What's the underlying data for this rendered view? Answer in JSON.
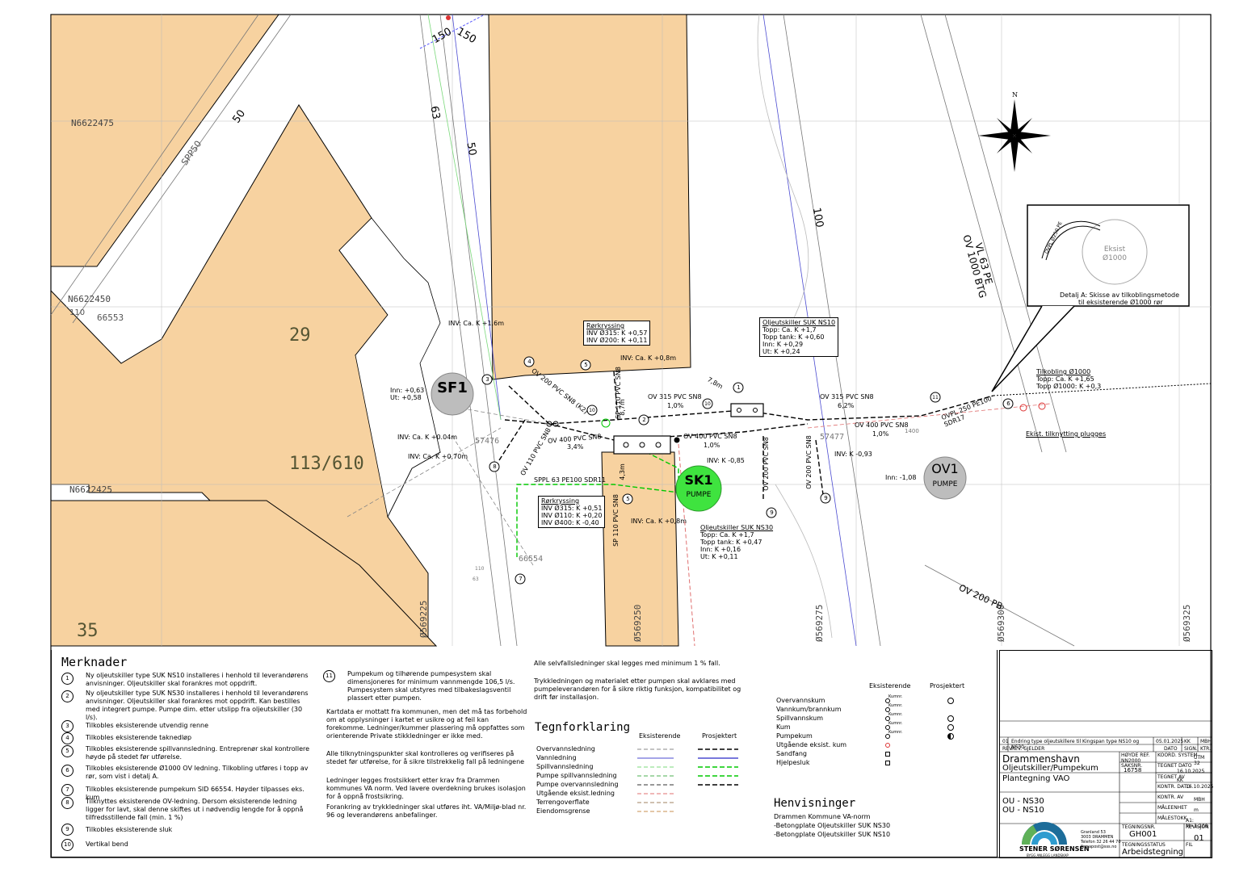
{
  "map": {
    "parcels": [
      "29",
      "113/610",
      "35"
    ],
    "coords": {
      "n1": "N6622475",
      "n2": "N6622450",
      "n3": "N6622425",
      "e1": "Ø569225",
      "e2": "Ø569250",
      "e3": "Ø569275",
      "e4": "Ø569300",
      "e5": "Ø569325"
    },
    "contours": [
      "150",
      "150",
      "63",
      "50",
      "50",
      "100"
    ],
    "street_labels": [
      "SPP50",
      "VL 63 PE",
      "OV 1000 BTG",
      "OV 200 PB"
    ],
    "ids": [
      "66553",
      "110",
      "57476",
      "57477",
      "66554",
      "1400"
    ],
    "units": [
      {
        "id": "SF1",
        "label": "SF1",
        "color": "#bdbdbd"
      },
      {
        "id": "SK1",
        "label": "SK1",
        "sub": "PUMPE",
        "color": "#3fe33f"
      },
      {
        "id": "OV1",
        "label": "OV1",
        "sub": "PUMPE",
        "color": "#bdbdbd"
      }
    ],
    "pipe_labels": [
      "OV 200 PVC SN8 (K2)",
      "OV 315 PVC SN8",
      "1,0%",
      "OV 400 PVC SN8",
      "3,4%",
      "OV 400 PVC SN8",
      "1,0%",
      "OV 315 PVC SN8",
      "6,2%",
      "OV 400 PVC SN8",
      "1,0%",
      "OVPL 250 PE100 SDR17",
      "OV 110 PVC SN8",
      "SPPL 63 PE100 SDR11",
      "SP 110 PVC SN8",
      "SP 110 PVC SN8",
      "OV 200 PVC SN8",
      "OV 200 PVC SN8",
      "7,8m",
      "8,7m",
      "4,3m",
      "110",
      "63"
    ],
    "inv_labels": [
      "INV: Ca. K +1.6m",
      "INV: Ca. K +0.04m",
      "INV: Ca. K +0,70m",
      "INV: Ca. K +0,8m",
      "INV: Ca. K +0,8m",
      "INV: K -0,85",
      "INV: K -0,93",
      "Inn: -1,08",
      "Inn: +0,63",
      "Ut: +0,58"
    ],
    "callouts": {
      "rorkryssing1": [
        "Rørkryssing",
        "INV Ø315: K +0,57",
        "INV Ø200: K +0,11"
      ],
      "rorkryssing2": [
        "Rørkryssing",
        "INV Ø315: K +0,51",
        "INV Ø110: K +0,20",
        "INV Ø400: K -0,40"
      ],
      "suk10": [
        "Oljeutskiller SUK NS10",
        "Topp: Ca. K +1,7",
        "Topp tank: K +0,60",
        "Inn: K +0,29",
        "Ut: K +0,24"
      ],
      "suk30": [
        "Oljeutskiller SUK NS30",
        "Topp: Ca. K +1,7",
        "Topp tank: K +0,47",
        "Inn: K +0,16",
        "Ut: K +0,11"
      ],
      "tilkobling": [
        "Tilkobling Ø1000",
        "Topp: Ca. K +1,65",
        "Topp Ø1000: K +0,3"
      ],
      "plugges": "Ekist. tilknytting plugges"
    },
    "markers": [
      "1",
      "2",
      "3",
      "4",
      "5",
      "5",
      "6",
      "7",
      "8",
      "9",
      "9",
      "10",
      "10",
      "11"
    ],
    "detail": {
      "pipe": "OVPL Ø250 PE",
      "exist": "Eksist",
      "dia": "Ø1000",
      "caption1": "Detalj A: Skisse av tilkoblingsmetode",
      "caption2": "til eksisterende Ø1000 rør"
    }
  },
  "notes": {
    "title": "Merknader",
    "items": [
      {
        "n": "1",
        "text": "Ny oljeutskiller type SUK NS10 installeres i henhold til leverandørens anvisninger. Oljeutskiller skal forankres mot oppdrift."
      },
      {
        "n": "2",
        "text": "Ny oljeutskiller type SUK NS30 installeres i henhold til leverandørens anvisninger. Oljeutskiller skal forankres mot oppdrift. Kan bestilles med integrert pumpe. Pumpe dim. etter utslipp fra oljeutskiller (30 l/s)."
      },
      {
        "n": "3",
        "text": "Tilkobles eksisterende utvendig renne"
      },
      {
        "n": "4",
        "text": "Tilkobles eksisterende taknedløp"
      },
      {
        "n": "5",
        "text": "Tilkobles eksisterende spillvannsledning. Entreprenør skal kontrollere høyde på stedet før utførelse."
      },
      {
        "n": "6",
        "text": "Tilkobles eksisterende Ø1000 OV ledning. Tilkobling utføres i topp av rør, som vist i detalj A."
      },
      {
        "n": "7",
        "text": "Tilkobles eksisterende pumpekum SID 66554. Høyder tilpasses eks. kum"
      },
      {
        "n": "8",
        "text": "Tilknyttes eksisterende OV-ledning. Dersom eksisterende ledning ligger for lavt, skal denne skiftes ut i nødvendig lengde for å oppnå tilfredsstillende fall (min. 1 %)"
      },
      {
        "n": "9",
        "text": "Tilkobles eksisterende sluk"
      },
      {
        "n": "10",
        "text": "Vertikal bend"
      },
      {
        "n": "11",
        "text": "Pumpekum og tilhørende pumpesystem skal dimensjoneres for minimum vannmengde 106,5 l/s. Pumpesystem skal utstyres med tilbakeslagsventil plassert etter pumpen."
      }
    ],
    "para1": "Kartdata er mottatt fra kommunen, men det må tas forbehold om at opplysninger i kartet er usikre og at feil kan forekomme. Ledninger/kummer plassering må oppfattes som orienterende Private stikkledninger er ikke med.",
    "para2": "Alle tilknytningspunkter skal kontrolleres og verifiseres på stedet før utførelse, for å sikre tilstrekkelig fall på ledningene",
    "para3": "Ledninger legges frostsikkert etter krav fra Drammen kommunes VA norm. Ved lavere overdekning brukes isolasjon for å oppnå frostsikring.",
    "para4": "Forankring av trykkledninger skal utføres iht. VA/Miljø-blad nr. 96 og leverandørens anbefalinger.",
    "para5": "Alle selvfallsledninger skal legges med minimum 1 % fall.",
    "para6": "Trykkledningen og materialet etter pumpen skal avklares med pumpeleverandøren for å sikre riktig funksjon, kompatibilitet og drift før installasjon."
  },
  "legend": {
    "title": "Tegnforklaring",
    "col_exist": "Eksisterende",
    "col_proj": "Prosjektert",
    "lines": [
      {
        "label": "Overvannsledning",
        "exist": "#888888",
        "proj": "#000000"
      },
      {
        "label": "Vannledning",
        "exist": "#4b4bd1",
        "proj": "#4b4bd1"
      },
      {
        "label": "Spillvannsledning",
        "exist": "#7bd97b",
        "proj": "#00c800"
      },
      {
        "label": "Pumpe spillvannsledning",
        "exist": "#4caf50",
        "proj": "#00c800"
      },
      {
        "label": "Pumpe overvannsledning",
        "exist": "#333333",
        "proj": "#000000"
      },
      {
        "label": "Utgående eksist.ledning",
        "exist": "#e07070",
        "proj": ""
      },
      {
        "label": "Terrengoverflate",
        "exist": "#a08060",
        "proj": ""
      },
      {
        "label": "Eiendomsgrense",
        "exist": "#c89050",
        "proj": ""
      }
    ],
    "symbols_exist": "Eksisterende",
    "symbols_proj": "Prosjektert",
    "symbols": [
      {
        "label": "Overvannskum",
        "mark": "Kumnr."
      },
      {
        "label": "Vannkum/brannkum",
        "mark": "Kumnr."
      },
      {
        "label": "Spillvannskum",
        "mark": "Kumnr."
      },
      {
        "label": "Kum",
        "mark": "Kumnr."
      },
      {
        "label": "Pumpekum",
        "mark": "Kumnr."
      },
      {
        "label": "Utgående eksist. kum",
        "mark": ""
      },
      {
        "label": "Sandfang",
        "mark": ""
      },
      {
        "label": "Hjelpesluk",
        "mark": ""
      }
    ]
  },
  "references": {
    "title": "Henvisninger",
    "items": [
      "Drammen Kommune VA-norm",
      "-Betongplate Oljeutskiller SUK NS30",
      "-Betongplate Oljeutskiller SUK NS10"
    ]
  },
  "title_block": {
    "rev_row": {
      "rev": "01",
      "text": "Endring type oljeutskillere til Kingspan type NS10 og NS30.",
      "date": "05.01.2025",
      "sign": "KK",
      "ktr": "MBH"
    },
    "rev_head": {
      "rev": "REV.",
      "gjelder": "REV. GJELDER",
      "dato": "DATO",
      "sign": "SIGN.",
      "ktr": "KTR."
    },
    "project": "Drammenshavn",
    "subproject": "Oljeutskiller/Pumpekum",
    "hoyde_ref_label": "HØYDE REF.",
    "hoyde_ref": "NN2000",
    "koord_label": "KOORD. SYSTEM",
    "koord": "UTM 32",
    "saksnr_label": "SAKSNR.",
    "saksnr": "16758",
    "tegnet_dato_label": "TEGNET DATO",
    "tegnet_dato": "16.10.2025",
    "tegnet_av_label": "TEGNET AV",
    "tegnet_av": "KK",
    "kontr_dato_label": "KONTR. DATO",
    "kontr_dato": "16.10.2025",
    "kontr_av_label": "KONTR. AV",
    "kontr_av": "MBH",
    "maaleenhet_label": "MÅLEENHET",
    "maaleenhet": "m",
    "malestokk_label": "MÅLESTOKK",
    "malestokk": "A1: M=1:200",
    "drawing": "Plantegning VAO",
    "sub1": "OU - NS30",
    "sub2": "OU - NS10",
    "tegningsnr_label": "TEGNINGSNR.",
    "tegningsnr": "GH001",
    "revisjon_label": "REVISJON",
    "revisjon": "01",
    "status_label": "TEGNINGSSTATUS",
    "status": "Arbeidstegning",
    "fil_label": "FIL",
    "company": "STENER SØRENSEN",
    "company_sub": "BYGG ANLEGG LANDSKAP",
    "address": [
      "Granland 53",
      "3003 DRAMMEN",
      "Telefon 32 26 44 70",
      "firmapost@sss.no"
    ]
  },
  "colors": {
    "building": "#f7d2a0",
    "grey_unit": "#bdbdbd",
    "green_unit": "#3fe33f"
  }
}
